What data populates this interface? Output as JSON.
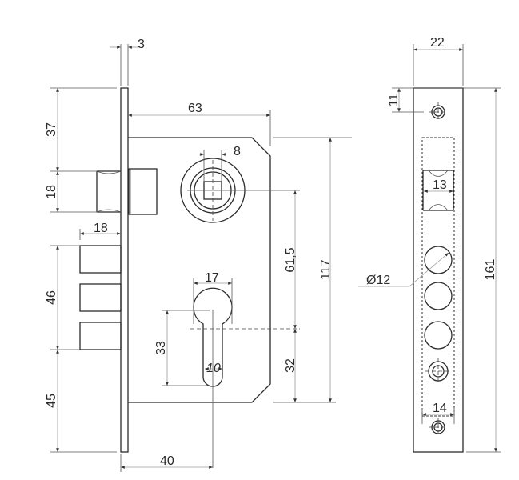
{
  "drawing": {
    "title": "Mortise lock dimensional drawing",
    "units": "mm",
    "front_view": {
      "faceplate_thickness": "3",
      "case_depth": "63",
      "top_to_latch": "37",
      "latch_height": "18",
      "bolt_projection": "18",
      "bolt_block_height": "46",
      "bolt_to_bottom": "45",
      "spindle_square": "8",
      "spindle_to_cylinder": "61,5",
      "case_height": "117",
      "cylinder_to_bottom": "32",
      "cylinder_width": "17",
      "cylinder_height": "33",
      "cylinder_slot": "10",
      "backset": "40"
    },
    "side_view": {
      "faceplate_width": "22",
      "top_to_screw": "11",
      "latch_window": "13",
      "bolt_hole_diameter": "Ø12",
      "bottom_window": "14",
      "faceplate_length": "161"
    }
  }
}
